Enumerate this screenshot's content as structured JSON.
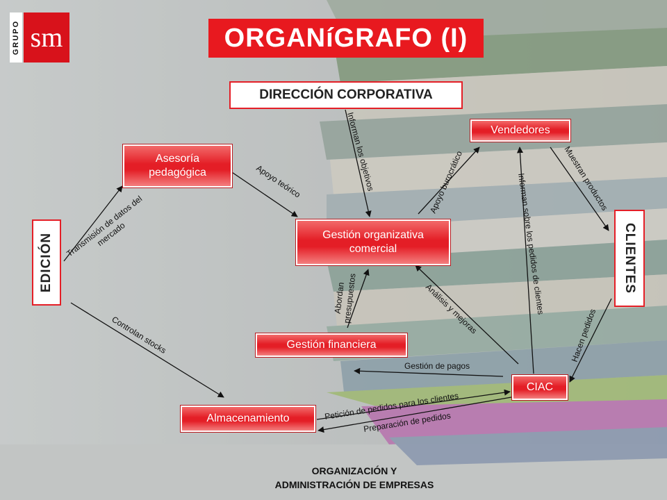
{
  "logo": {
    "grupo": "GRUPO",
    "brand": "sm"
  },
  "title": "ORGANíGRAFO (I)",
  "nodes": {
    "direccion": "DIRECCIÓN CORPORATIVA",
    "vendedores": "Vendedores",
    "asesoria_line1": "Asesoría",
    "asesoria_line2": "pedagógica",
    "gestion_org_line1": "Gestión organizativa",
    "gestion_org_line2": "comercial",
    "edicion": "EDICIÓN",
    "clientes": "CLIENTES",
    "gestion_financiera": "Gestión financiera",
    "ciac": "CIAC",
    "almacenamiento": "Almacenamiento"
  },
  "edges": {
    "transmision_line1": "Transmisión de datos del",
    "transmision_line2": "mercado",
    "apoyo_teorico": "Apoyo teórico",
    "informan_objetivos": "Informan los objetivos",
    "apoyo_burocratico": "Apoyo burocrático",
    "informan_pedidos": "Informan sobre los pedidos de clientes",
    "muestran_productos": "Muestran productos",
    "abordan_line1": "Abordan",
    "abordan_line2": "presupuestos",
    "analisis": "Análisis y mejoras",
    "hacen_pedidos": "Hacen pedidos",
    "controlan_stocks": "Controlan stocks",
    "gestion_pagos": "Gestión de pagos",
    "peticion": "Petición de pedidos para los clientes",
    "preparacion": "Preparación de pedidos"
  },
  "footer": {
    "line1": "ORGANIZACIÓN Y",
    "line2": "ADMINISTRACIÓN DE EMPRESAS"
  },
  "colors": {
    "accent_red": "#e41e26",
    "background_grey": "#c9cccb"
  }
}
